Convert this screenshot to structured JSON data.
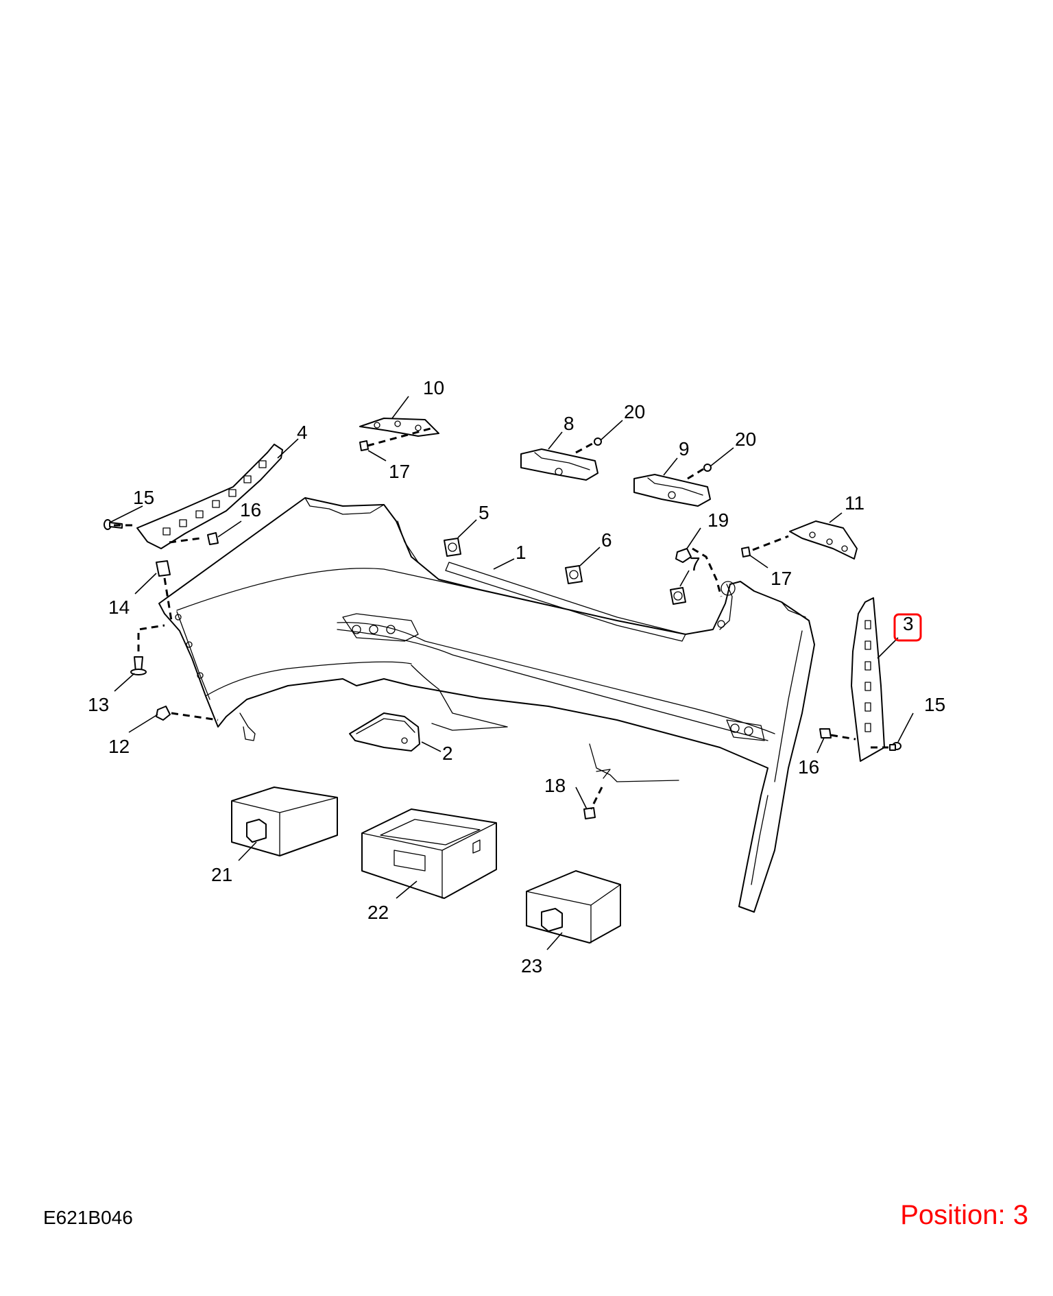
{
  "diagram_code": "E621B046",
  "position_label": "Position: 3",
  "accent_color": "#ff0000",
  "highlighted_part": "3",
  "callouts": [
    "1",
    "2",
    "3",
    "4",
    "5",
    "6",
    "7",
    "8",
    "9",
    "10",
    "11",
    "12",
    "13",
    "14",
    "15",
    "15",
    "16",
    "16",
    "17",
    "17",
    "18",
    "19",
    "20",
    "20",
    "21",
    "22",
    "23"
  ]
}
